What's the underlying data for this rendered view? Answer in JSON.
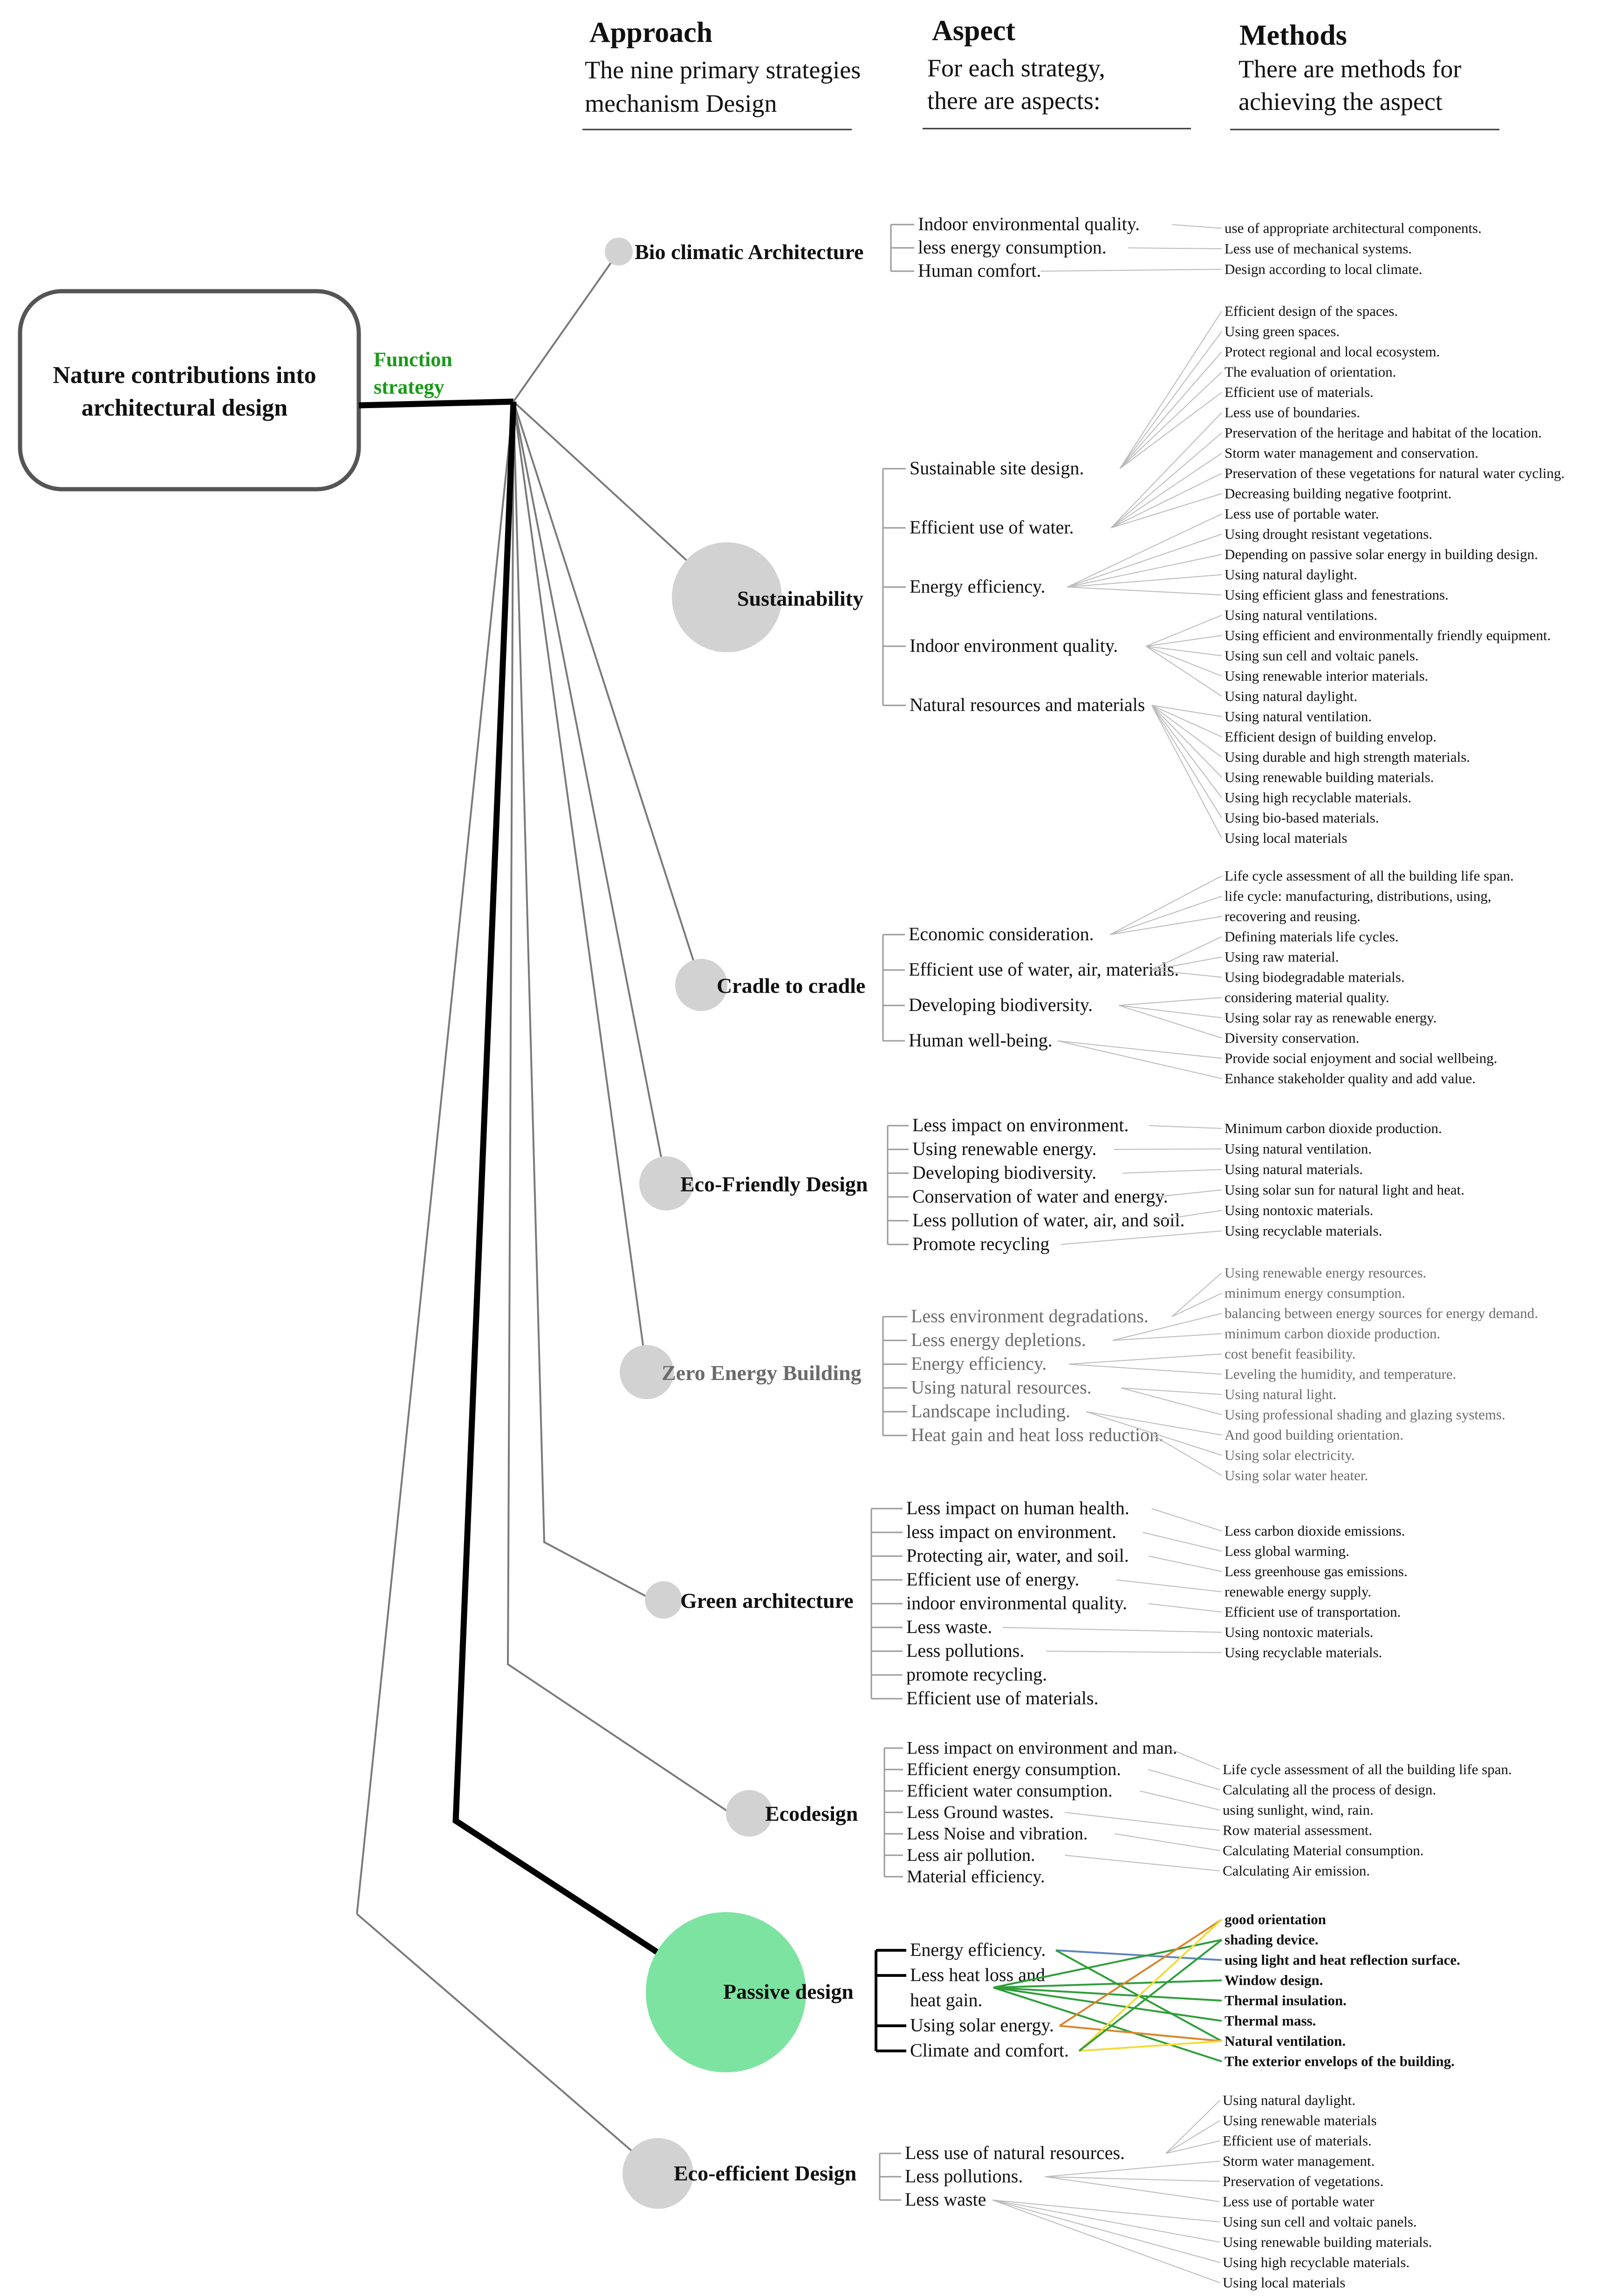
{
  "colors": {
    "connector": "#999999",
    "branch_line": "#7a7a7a",
    "highlight_line": "#000000",
    "node_circle": "#d2d2d2",
    "highlight_circle": "#7de3a1",
    "function_label": "#1a9a1a",
    "text": "#111111",
    "muted_text": "#6b6b6b",
    "passive_link_blue": "#5e86b8",
    "passive_link_green": "#2e9e3a",
    "passive_link_yellow": "#f2dc3a",
    "passive_link_orange": "#d9862a"
  },
  "headers": {
    "approach": {
      "title": "Approach",
      "subtitle_line1": "The nine primary strategies",
      "subtitle_line2": "mechanism Design"
    },
    "aspect": {
      "title": "Aspect",
      "subtitle_line1": "For each strategy,",
      "subtitle_line2": "there are aspects:"
    },
    "methods": {
      "title": "Methods",
      "subtitle_line1": "There are methods for",
      "subtitle_line2": "achieving the aspect"
    }
  },
  "root": {
    "title_line1": "Nature contributions into",
    "title_line2": "architectural design",
    "function_line1": "Function",
    "function_line2": "strategy"
  },
  "strategies": [
    {
      "name": "Bio climatic Architecture",
      "aspects": [
        "Indoor environmental quality.",
        "less energy consumption.",
        "Human comfort."
      ],
      "methods": [
        "use of appropriate architectural components.",
        "Less use of mechanical systems.",
        "Design according to local climate."
      ]
    },
    {
      "name": "Sustainability",
      "aspects": [
        "Sustainable site design.",
        "Efficient use of water.",
        "Energy efficiency.",
        "Indoor environment quality.",
        "Natural resources and materials"
      ],
      "methods": [
        "Efficient design of the spaces.",
        "Using green spaces.",
        "Protect regional and local ecosystem.",
        "The evaluation of orientation.",
        "Efficient use of materials.",
        "Less use of boundaries.",
        "Preservation of the heritage and habitat of the location.",
        "Storm water management and conservation.",
        "Preservation of these vegetations for natural water cycling.",
        "Decreasing building negative footprint.",
        "Less use of portable water.",
        "Using drought resistant vegetations.",
        "Depending on passive solar energy in building design.",
        "Using natural daylight.",
        "Using efficient glass and fenestrations.",
        "Using natural ventilations.",
        "Using efficient and environmentally friendly equipment.",
        "Using sun cell and voltaic panels.",
        "Using renewable interior materials.",
        "Using natural daylight.",
        "Using natural ventilation.",
        "Efficient design of building envelop.",
        "Using durable and high strength materials.",
        "Using renewable building materials.",
        "Using high recyclable materials.",
        "Using bio-based materials.",
        "Using local materials"
      ]
    },
    {
      "name": "Cradle to cradle",
      "aspects": [
        "Economic consideration.",
        "Efficient use of water, air, materials.",
        "Developing biodiversity.",
        "Human well-being."
      ],
      "methods": [
        "Life cycle assessment of all the building life span.",
        "life cycle: manufacturing, distributions, using,",
        "recovering and reusing.",
        "Defining materials life cycles.",
        "Using raw material.",
        "Using biodegradable materials.",
        "considering material quality.",
        "Using solar ray as renewable energy.",
        "Diversity conservation.",
        "Provide social enjoyment and social wellbeing.",
        "Enhance stakeholder quality and add value."
      ]
    },
    {
      "name": "Eco-Friendly Design",
      "aspects": [
        "Less impact on environment.",
        "Using renewable energy.",
        "Developing biodiversity.",
        "Conservation of water and energy.",
        "Less pollution of water, air, and soil.",
        "Promote recycling"
      ],
      "methods": [
        "Minimum carbon dioxide production.",
        "Using natural ventilation.",
        "Using natural materials.",
        "Using solar sun for natural light and heat.",
        "Using nontoxic materials.",
        "Using recyclable materials."
      ]
    },
    {
      "name": "Zero Energy Building",
      "aspects": [
        "Less environment degradations.",
        "Less energy depletions.",
        "Energy efficiency.",
        "Using natural resources.",
        "Landscape including.",
        "Heat gain and heat loss reduction."
      ],
      "methods": [
        "Using renewable energy resources.",
        "minimum energy consumption.",
        "balancing between energy sources for energy demand.",
        "minimum carbon dioxide production.",
        "cost benefit feasibility.",
        "Leveling the humidity, and temperature.",
        "Using natural light.",
        "Using professional shading and glazing systems.",
        "And good building orientation.",
        "Using solar electricity.",
        "Using solar water heater."
      ]
    },
    {
      "name": "Green architecture",
      "aspects": [
        "Less impact on human health.",
        "less impact on environment.",
        "Protecting air, water, and soil.",
        "Efficient use of energy.",
        "indoor environmental quality.",
        "Less waste.",
        "Less pollutions.",
        "promote recycling.",
        "Efficient use of materials."
      ],
      "methods": [
        "Less carbon dioxide emissions.",
        "Less global warming.",
        "Less greenhouse gas emissions.",
        "renewable energy supply.",
        "Efficient use of transportation.",
        "Using nontoxic materials.",
        "Using recyclable materials."
      ]
    },
    {
      "name": "Ecodesign",
      "aspects": [
        "Less impact on environment and man.",
        "Efficient energy consumption.",
        "Efficient water consumption.",
        "Less Ground wastes.",
        "Less Noise and vibration.",
        "Less air pollution.",
        "Material efficiency."
      ],
      "methods": [
        "Life cycle assessment of all the building life span.",
        "Calculating all the process of design.",
        "using sunlight, wind, rain.",
        "Row material assessment.",
        "Calculating Material consumption.",
        "Calculating Air emission."
      ]
    },
    {
      "name": "Passive design",
      "aspects": [
        "Energy efficiency.",
        "Less heat loss and",
        "heat gain.",
        "Using solar energy.",
        "Climate and comfort."
      ],
      "methods": [
        "good orientation",
        "shading device.",
        "using light and heat reflection surface.",
        "Window design.",
        "Thermal insulation.",
        "Thermal mass.",
        "Natural ventilation.",
        "The exterior envelops of the building."
      ]
    },
    {
      "name": "Eco-efficient Design",
      "aspects": [
        "Less use of natural resources.",
        "Less pollutions.",
        "Less waste"
      ],
      "methods": [
        "Using natural daylight.",
        "Using renewable materials",
        "Efficient use of materials.",
        "Storm water management.",
        "Preservation of vegetations.",
        "Less use of portable water",
        "Using sun cell and voltaic panels.",
        "Using renewable building materials.",
        "Using high recyclable materials.",
        "Using local materials"
      ]
    }
  ]
}
